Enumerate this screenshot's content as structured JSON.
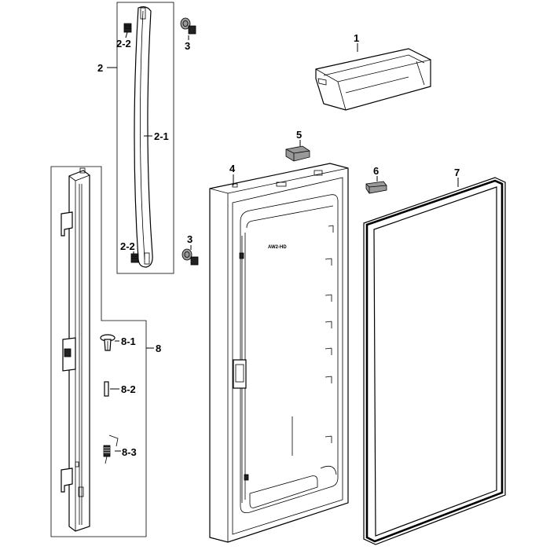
{
  "callouts": {
    "c1": "1",
    "c2": "2",
    "c2_1": "2-1",
    "c2_2_top": "2-2",
    "c2_2_bottom": "2-2",
    "c3_top": "3",
    "c3_bottom": "3",
    "c4": "4",
    "c5": "5",
    "c6": "6",
    "c7": "7",
    "c8": "8",
    "c8_1": "8-1",
    "c8_2": "8-2",
    "c8_3": "8-3"
  },
  "door_label": "AW2-HD"
}
